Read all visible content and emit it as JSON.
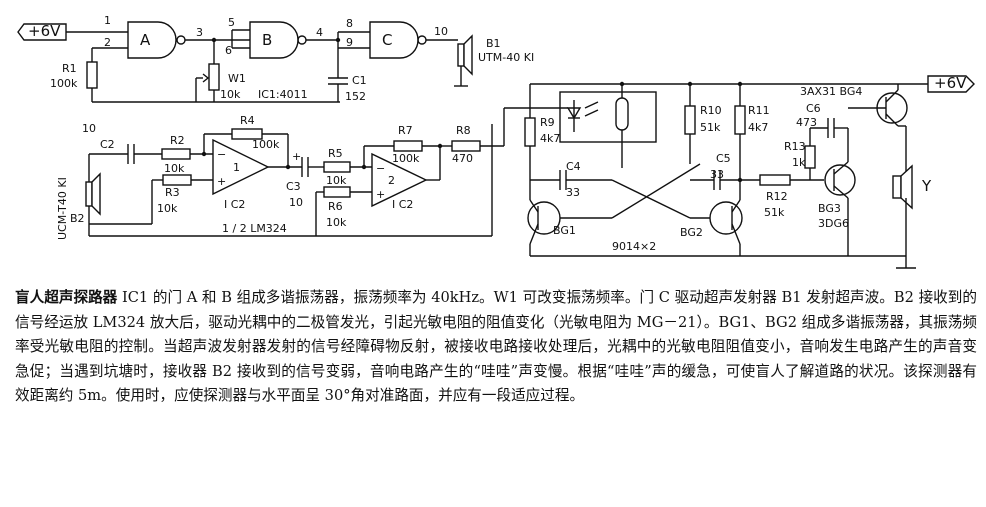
{
  "labels": {
    "v6_left": "+6V",
    "v6_right": "+6V",
    "pin1": "1",
    "pin2": "2",
    "pin3": "3",
    "pin4": "4",
    "pin5": "5",
    "pin6": "6",
    "pin8": "8",
    "pin9": "9",
    "pin10": "10",
    "gateA": "A",
    "gateB": "B",
    "gateC": "C",
    "r1": "R1",
    "r1v": "100k",
    "w1": "W1",
    "w1v": "10k",
    "ic1": "IC1:4011",
    "c1": "C1",
    "c1v": "152",
    "b1": "B1",
    "b1v": "UTM-40 KI",
    "c2n": "10",
    "c2": "C2",
    "r2": "R2",
    "r2v": "10k",
    "r3": "R3",
    "r3v": "10k",
    "r4": "R4",
    "r4v": "100k",
    "op1": "1",
    "ic2a": "I C2",
    "c3": "C3",
    "c3v": "10",
    "r5": "R5",
    "r5v": "10k",
    "r6": "R6",
    "r6v": "10k",
    "r7": "R7",
    "r7v": "100k",
    "op2": "2",
    "ic2b": "I C2",
    "r8": "R8",
    "r8v": "470",
    "lm": "1 / 2 LM324",
    "b2": "B2",
    "b2v": "UCM-T40 KI",
    "r9": "R9",
    "r9v": "4k7",
    "c4": "C4",
    "c4v": "33",
    "bg1": "BG1",
    "r10": "R10",
    "r10v": "51k",
    "r11": "R11",
    "r11v": "4k7",
    "c5": "C5",
    "c5v": "33",
    "bg2": "BG2",
    "pair": "9014×2",
    "bg4": "3AX31 BG4",
    "c6": "C6",
    "c6v": "473",
    "r13": "R13",
    "r13v": "1k",
    "r12": "R12",
    "r12v": "51k",
    "bg3": "BG3",
    "bg3v": "3DG6",
    "y": "Y"
  },
  "description": {
    "title": "盲人超声探路器",
    "body": "IC1 的门 A 和 B 组成多谐振荡器，振荡频率为 40kHz。W1 可改变振荡频率。门 C 驱动超声发射器 B1 发射超声波。B2 接收到的信号经运放 LM324 放大后，驱动光耦中的二极管发光，引起光敏电阻的阻值变化（光敏电阻为 MG－21）。BG1、BG2 组成多谐振荡器，其振荡频率受光敏电阻的控制。当超声波发射器发射的信号经障碍物反射，被接收电路接收处理后，光耦中的光敏电阻阻值变小，音响发生电路产生的声音变急促；当遇到坑塘时，接收器 B2 接收到的信号变弱，音响电路产生的“哇哇”声变慢。根据“哇哇”声的缓急，可使盲人了解道路的状况。该探测器有效距离约 5m。使用时，应使探测器与水平面呈 30°角对准路面，并应有一段适应过程。"
  }
}
